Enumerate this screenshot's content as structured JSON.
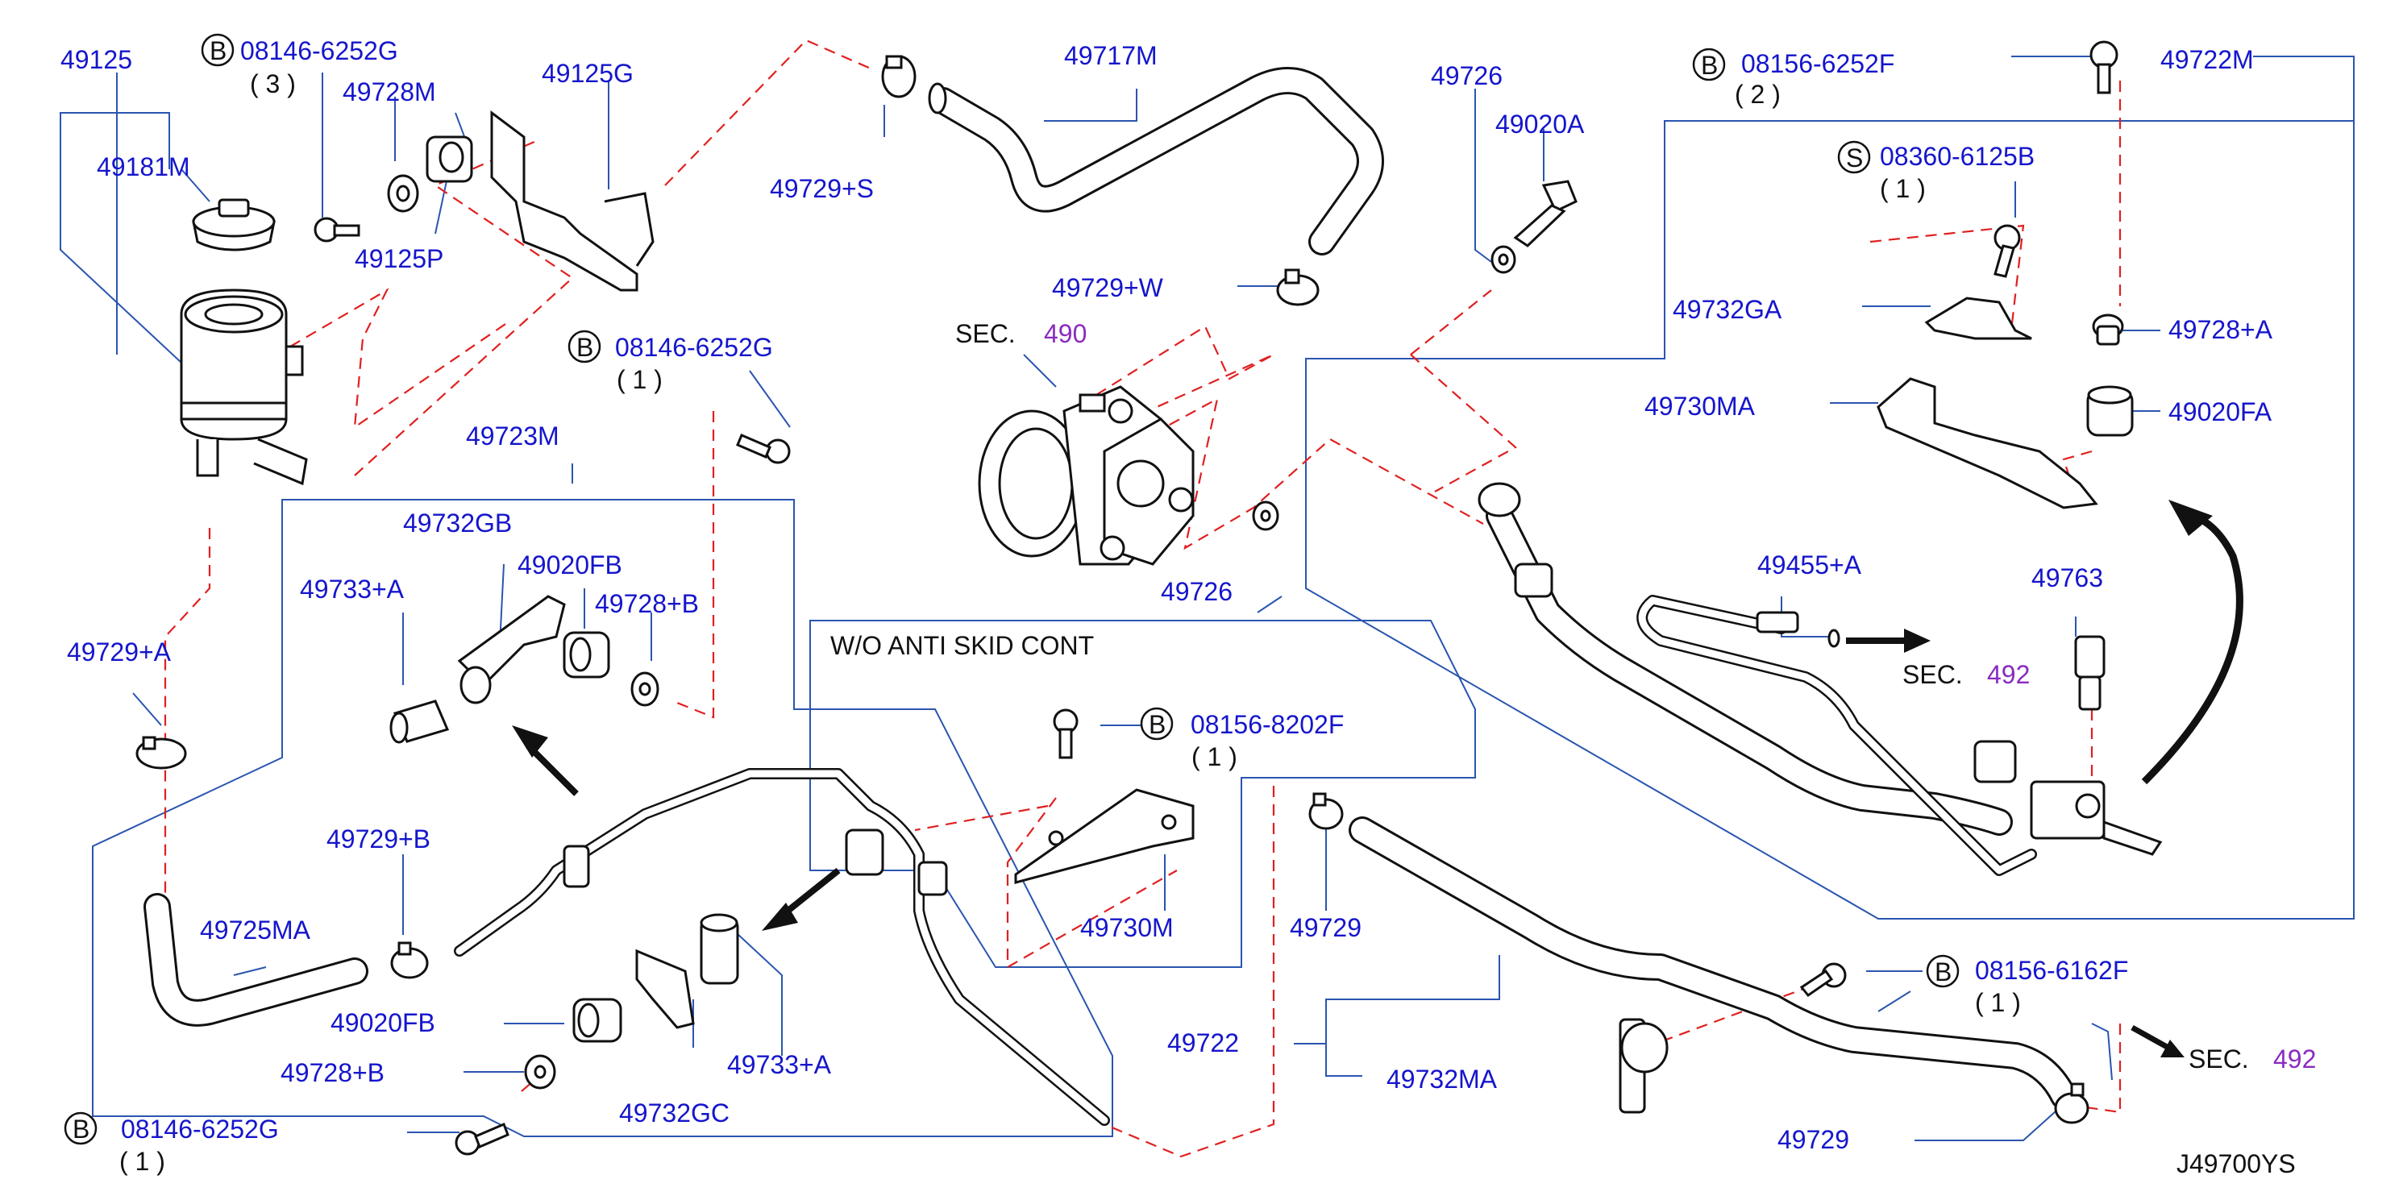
{
  "diagram_id": "J49700YS",
  "label_color": "#1515cc",
  "section_color": "#8a2bbf",
  "leader_color": "#2a55b0",
  "dash_color": "#e02020",
  "box_note": "W/O ANTI SKID CONT",
  "labels": {
    "p49125": "49125",
    "p49181M": "49181M",
    "b08146_a": "08146-6252G",
    "q3": "( 3 )",
    "p49728M": "49728M",
    "p49125P": "49125P",
    "p49125G": "49125G",
    "p49729S": "49729+S",
    "p49717M": "49717M",
    "p49729W": "49729+W",
    "sec490": "SEC.",
    "sec490n": "490",
    "p49726a": "49726",
    "p49020A": "49020A",
    "p49726b": "49726",
    "b08146_b": "08146-6252G",
    "q1a": "( 1 )",
    "p49723M": "49723M",
    "p49732GB": "49732GB",
    "p49020FB_a": "49020FB",
    "p49733A_a": "49733+A",
    "p49728B_a": "49728+B",
    "p49729A": "49729+A",
    "p49729B": "49729+B",
    "p49725MA": "49725MA",
    "p49020FB_b": "49020FB",
    "p49728B_b": "49728+B",
    "b08146_c": "08146-6252G",
    "q1b": "( 1 )",
    "p49733A_b": "49733+A",
    "p49732GC": "49732GC",
    "b08156_8202F": "08156-8202F",
    "q1c": "( 1 )",
    "p49730M": "49730M",
    "p49729a": "49729",
    "p49722": "49722",
    "p49732MA": "49732MA",
    "b08156_6162F": "08156-6162F",
    "q1d": "( 1 )",
    "p49729b": "49729",
    "sec492b": "SEC.",
    "sec492bn": "492",
    "b08156_6252F": "08156-6252F",
    "q2": "( 2 )",
    "p49722M": "49722M",
    "s08360": "08360-6125B",
    "q1e": "( 1   )",
    "p49732GA": "49732GA",
    "p49728A": "49728+A",
    "p49730MA": "49730MA",
    "p49020FA": "49020FA",
    "p49455A": "49455+A",
    "sec492a": "SEC.",
    "sec492an": "492",
    "p49763": "49763"
  },
  "badges": {
    "B": "B",
    "S": "S"
  }
}
